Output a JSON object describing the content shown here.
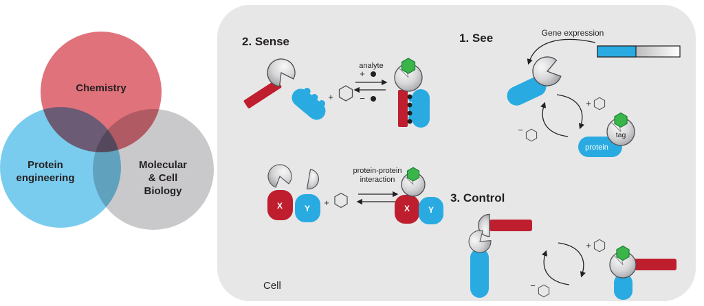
{
  "colors": {
    "red": "#be1e2d",
    "blue": "#29abe2",
    "green": "#3ab54a",
    "dark": "#231f20",
    "cell_bg": "#e7e7e8",
    "venn_chemistry": "#e0727c",
    "venn_protein": "#7accee",
    "venn_biology": "#c9c9cb"
  },
  "venn": {
    "chemistry_label": "Chemistry",
    "protein_engineering_line1": "Protein",
    "protein_engineering_line2": "engineering",
    "biology_line1": "Molecular",
    "biology_line2": "& Cell",
    "biology_line3": "Biology"
  },
  "cell": {
    "label": "Cell"
  },
  "see": {
    "title": "1. See",
    "gene_expression": "Gene expression",
    "plus": "+",
    "minus": "−",
    "tag": "tag",
    "protein": "protein"
  },
  "sense": {
    "title": "2. Sense",
    "plus_ligand": "+",
    "analyte": "analyte",
    "plus_analyte": "+",
    "minus_analyte": "−"
  },
  "interaction": {
    "plus": "+",
    "label_line1": "protein-protein",
    "label_line2": "interaction",
    "x": "X",
    "y": "Y"
  },
  "control": {
    "title": "3. Control",
    "plus": "+",
    "minus": "−"
  }
}
